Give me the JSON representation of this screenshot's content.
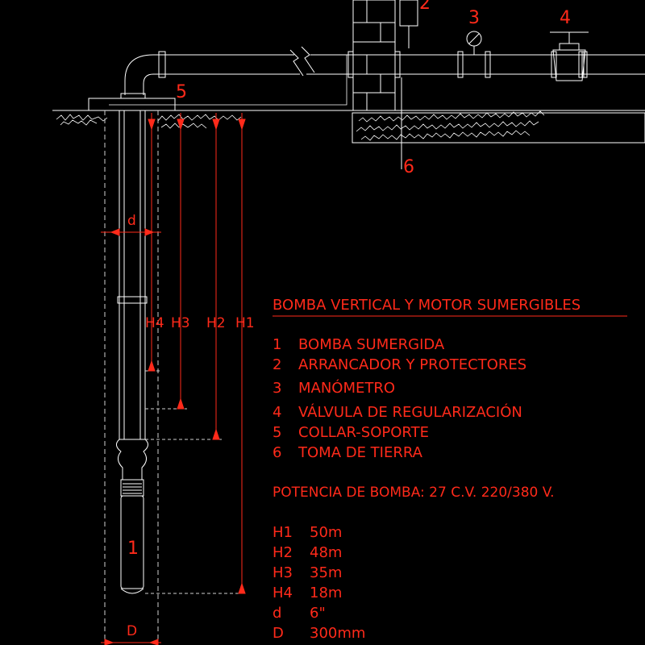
{
  "title": "BOMBA VERTICAL Y MOTOR SUMERGIBLES",
  "legend": [
    {
      "num": "1",
      "label": "BOMBA SUMERGIDA"
    },
    {
      "num": "2",
      "label": "ARRANCADOR Y PROTECTORES"
    },
    {
      "num": "3",
      "label": "MANÓMETRO"
    },
    {
      "num": "4",
      "label": "VÁLVULA DE REGULARIZACIÓN"
    },
    {
      "num": "5",
      "label": "COLLAR-SOPORTE"
    },
    {
      "num": "6",
      "label": "TOMA DE TIERRA"
    }
  ],
  "power": "POTENCIA DE BOMBA:  27 C.V.   220/380  V.",
  "specs": [
    {
      "key": "H1",
      "value": "50m"
    },
    {
      "key": "H2",
      "value": "48m"
    },
    {
      "key": "H3",
      "value": "35m"
    },
    {
      "key": "H4",
      "value": "18m"
    },
    {
      "key": "d",
      "value": "6\""
    },
    {
      "key": "D",
      "value": "300mm"
    }
  ],
  "callouts": {
    "c1": "1",
    "c2": "2",
    "c3": "3",
    "c4": "4",
    "c5": "5",
    "c6": "6"
  },
  "dims": {
    "h1": "H1",
    "h2": "H2",
    "h3": "H3",
    "h4": "H4",
    "d": "d",
    "D": "D"
  },
  "colors": {
    "background": "#000000",
    "line": "#ffffff",
    "annotation": "#ff2a1a",
    "dashed": "#cfcfcf"
  }
}
